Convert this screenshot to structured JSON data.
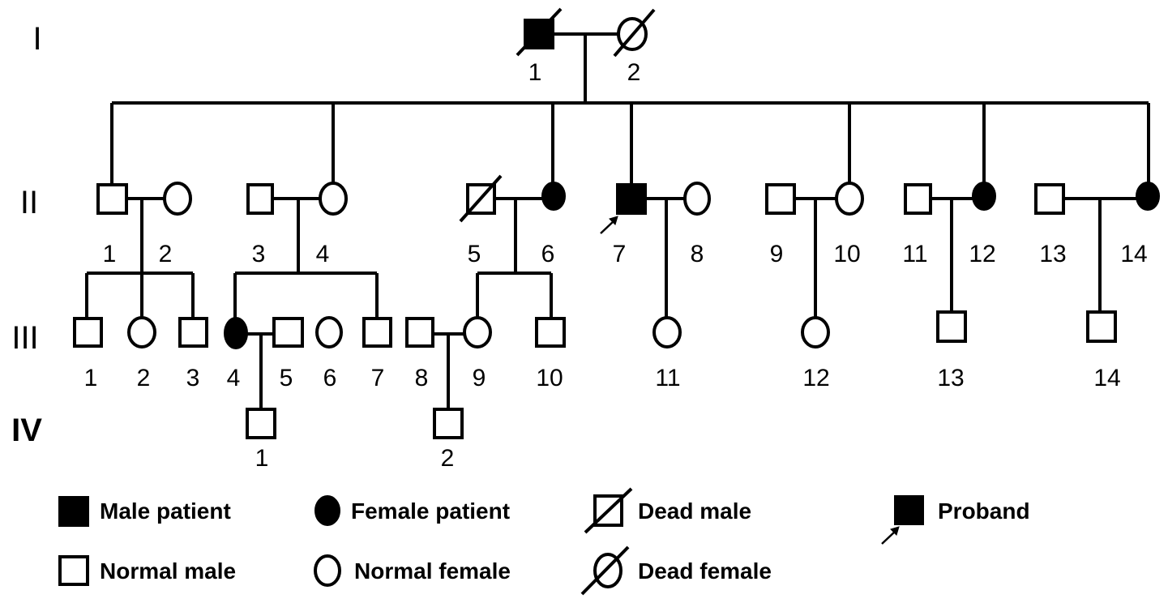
{
  "generations": [
    "I",
    "II",
    "III",
    "IV"
  ],
  "individuals": {
    "I": [
      {
        "label": "1",
        "sex": "male",
        "affected": true,
        "deceased": true
      },
      {
        "label": "2",
        "sex": "female",
        "affected": false,
        "deceased": true
      }
    ],
    "II": [
      {
        "label": "1",
        "sex": "male",
        "affected": false,
        "deceased": false
      },
      {
        "label": "2",
        "sex": "female",
        "affected": false,
        "deceased": false
      },
      {
        "label": "3",
        "sex": "male",
        "affected": false,
        "deceased": false
      },
      {
        "label": "4",
        "sex": "female",
        "affected": false,
        "deceased": false
      },
      {
        "label": "5",
        "sex": "male",
        "affected": false,
        "deceased": true
      },
      {
        "label": "6",
        "sex": "female",
        "affected": true,
        "deceased": false
      },
      {
        "label": "7",
        "sex": "male",
        "affected": true,
        "deceased": false,
        "proband": true
      },
      {
        "label": "8",
        "sex": "female",
        "affected": false,
        "deceased": false
      },
      {
        "label": "9",
        "sex": "male",
        "affected": false,
        "deceased": false
      },
      {
        "label": "10",
        "sex": "female",
        "affected": false,
        "deceased": false
      },
      {
        "label": "11",
        "sex": "male",
        "affected": false,
        "deceased": false
      },
      {
        "label": "12",
        "sex": "female",
        "affected": true,
        "deceased": false
      },
      {
        "label": "13",
        "sex": "male",
        "affected": false,
        "deceased": false
      },
      {
        "label": "14",
        "sex": "female",
        "affected": true,
        "deceased": false
      }
    ],
    "III": [
      {
        "label": "1",
        "sex": "male",
        "affected": false,
        "deceased": false
      },
      {
        "label": "2",
        "sex": "female",
        "affected": false,
        "deceased": false
      },
      {
        "label": "3",
        "sex": "male",
        "affected": false,
        "deceased": false
      },
      {
        "label": "4",
        "sex": "female",
        "affected": true,
        "deceased": false
      },
      {
        "label": "5",
        "sex": "male",
        "affected": false,
        "deceased": false
      },
      {
        "label": "6",
        "sex": "female",
        "affected": false,
        "deceased": false
      },
      {
        "label": "7",
        "sex": "male",
        "affected": false,
        "deceased": false
      },
      {
        "label": "8",
        "sex": "male",
        "affected": false,
        "deceased": false
      },
      {
        "label": "9",
        "sex": "female",
        "affected": false,
        "deceased": false
      },
      {
        "label": "10",
        "sex": "male",
        "affected": false,
        "deceased": false
      },
      {
        "label": "11",
        "sex": "female",
        "affected": false,
        "deceased": false
      },
      {
        "label": "12",
        "sex": "female",
        "affected": false,
        "deceased": false
      },
      {
        "label": "13",
        "sex": "male",
        "affected": false,
        "deceased": false
      },
      {
        "label": "14",
        "sex": "male",
        "affected": false,
        "deceased": false
      }
    ],
    "IV": [
      {
        "label": "1",
        "sex": "male",
        "affected": false,
        "deceased": false
      },
      {
        "label": "2",
        "sex": "male",
        "affected": false,
        "deceased": false
      }
    ]
  },
  "legend": {
    "male_patient": "Male patient",
    "female_patient": "Female patient",
    "dead_male": "Dead male",
    "proband": "Proband",
    "normal_male": "Normal male",
    "normal_female": "Normal female",
    "dead_female": "Dead female"
  },
  "colors": {
    "line": "#000000",
    "fill_affected": "#000000",
    "background": "#ffffff"
  }
}
